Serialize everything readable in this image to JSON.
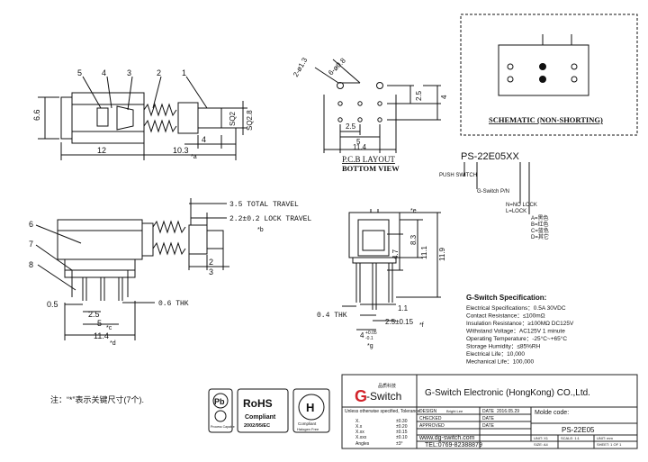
{
  "side_view": {
    "callouts": [
      "5",
      "4",
      "3",
      "2",
      "1"
    ],
    "dims": {
      "height": "6.6",
      "body_len": "12",
      "stroke_len": "10.3",
      "stroke_sub": "*a",
      "gap": "4",
      "sq_a": "SQ2",
      "sq_b": "SQ2.8"
    }
  },
  "pcb": {
    "title": "P.C.B LAYOUT",
    "subtitle": "BOTTOM VIEW",
    "dims": {
      "holes_a": "2-ø1.3",
      "holes_b": "6-ø0.8",
      "v_2_5": "2.5",
      "v_4": "4",
      "h_2_5": "2.5",
      "h_5": "5",
      "h_11_4": "11.4"
    }
  },
  "schematic": {
    "title": "SCHEMATIC (NON-SHORTING)"
  },
  "part_code": {
    "model": "PS-22E05XX",
    "push_switch": "PUSH SWITCH",
    "pn": "G-Switch P/N",
    "lock_n": "N=NO LOCK",
    "lock_l": "L=LOCK",
    "colors": [
      "A=黑色",
      "B=红色",
      "C=蓝色",
      "D=其它"
    ]
  },
  "front_view": {
    "callouts": [
      "6",
      "7",
      "8"
    ],
    "total_travel": "3.5 TOTAL TRAVEL",
    "lock_travel": "2.2±0.2 LOCK TRAVEL",
    "lock_mark": "*b",
    "dims": {
      "d2": "2",
      "d3": "3",
      "d0_5": "0.5",
      "d2_5": "2.5",
      "d5": "5",
      "c_mark": "*c",
      "thk": "0.6 THK",
      "d11_4": "11.4",
      "d_mark": "*d"
    }
  },
  "end_view": {
    "dims": {
      "e_mark": "*e",
      "d8_3": "8.3",
      "d4_7": "4.7",
      "d11_1": "11.1",
      "d11_9": "11.9",
      "d1_1": "1.1",
      "thk": "0.4 THK",
      "pitch": "2.5±0.15",
      "f_mark": "*f",
      "d4": "4",
      "tol": "+0.05",
      "tol_low": "-0.1",
      "g_mark": "*g"
    }
  },
  "spec": {
    "title": "G-Switch Specification:",
    "lines": [
      "Electrical Specifications：0.5A 30VDC",
      "Contact Resistance：≤100mΩ",
      "Insulation Resistance：≥100MΩ DC125V",
      "Withstand Voltage：AC125V 1 minute",
      "Operating Temperature：-25°C~+65°C",
      "Storage Humidity：≤85%RH",
      "Electrical Life：10,000",
      "Mechanical Life：100,000"
    ]
  },
  "note": "注：“*”表示关键尺寸(7个).",
  "badges": {
    "pb": "Pb",
    "pb_sub": "Process Capable",
    "rohs": "RoHS",
    "rohs_sub1": "Compliant",
    "rohs_sub2": "2002/95/EC",
    "h_sub1": "Compliant",
    "h_sub2": "Halogen Free"
  },
  "title_block": {
    "company": "G-Switch Electronic (HongKong) CO.,Ltd.",
    "logo_cn": "品质科技",
    "logo_text": "-Switch",
    "logo_g": "G",
    "tolerance_head": "Unless otherwise specified, Tolerance:",
    "tolerances": [
      [
        "X.",
        "±0.30"
      ],
      [
        "X.x",
        "±0.20"
      ],
      [
        "X.xx",
        "±0.15"
      ],
      [
        "X.xxx",
        "±0.10"
      ],
      [
        "Angles",
        "±3°"
      ]
    ],
    "design_label": "DESIGN",
    "design_name": "Bright Lee",
    "date_label": "DATE",
    "date_value": "2016.05.29",
    "checked": "CHECKED",
    "approved": "APPROVED",
    "date2": "DATE",
    "date3": "DATE",
    "mold_label": "Molde code:",
    "mold_code": "PS-22E05",
    "website": "www.dg-switch.com",
    "tel": "TEL:0769-82388879",
    "unit_a": "UNIT: X1",
    "scale_a": "SCALE: 1:1",
    "unit_b": "UNIT: mm",
    "size_a": "SIZE: A4",
    "sheet": "SHEET: 1 OF 1"
  },
  "colors": {
    "line": "#111111",
    "frame": "#222222",
    "logo_red": "#d2232a"
  }
}
